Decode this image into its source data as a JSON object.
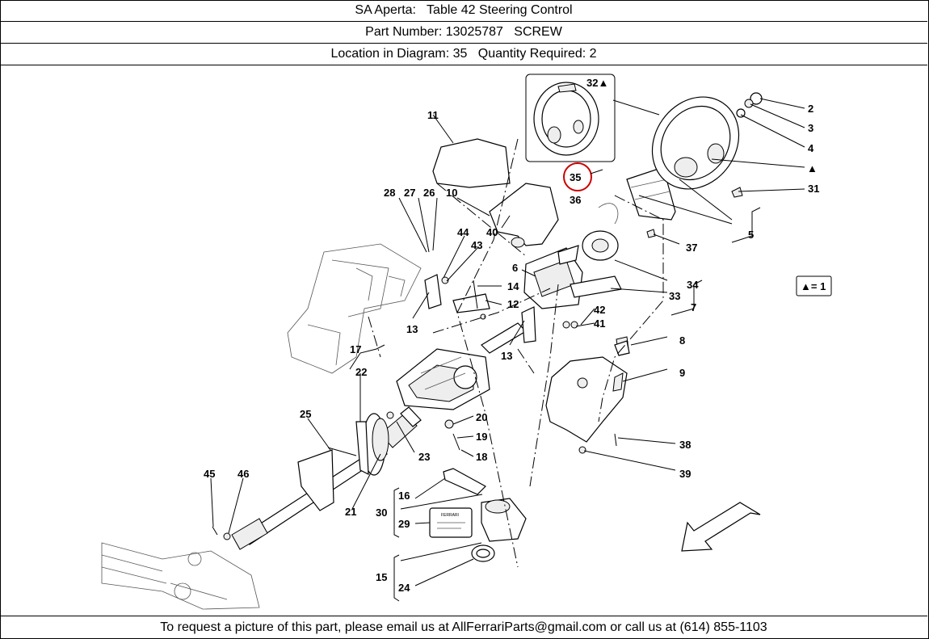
{
  "header": {
    "title_line": "SA Aperta:   Table 42 Steering Control",
    "part_line": "Part Number: 13025787   SCREW",
    "location_line": "Location in Diagram: 35   Quantity Required: 2"
  },
  "diagram": {
    "callouts": {
      "c2": "2",
      "c3": "3",
      "c4": "4",
      "c5": "5",
      "c6": "6",
      "c7": "7",
      "c8": "8",
      "c9": "9",
      "c10": "10",
      "c11": "11",
      "c12": "12",
      "c13a": "13",
      "c13b": "13",
      "c14": "14",
      "c15": "15",
      "c16": "16",
      "c17": "17",
      "c18": "18",
      "c19": "19",
      "c20": "20",
      "c21": "21",
      "c22": "22",
      "c23": "23",
      "c24": "24",
      "c25": "25",
      "c26": "26",
      "c27": "27",
      "c28": "28",
      "c29": "29",
      "c30": "30",
      "c31": "31",
      "c32": "32▲",
      "c33": "33",
      "c34": "34",
      "c35": "35",
      "c36": "36",
      "c37": "37",
      "c38": "38",
      "c39": "39",
      "c40": "40",
      "c41": "41",
      "c42": "42",
      "c43": "43",
      "c44": "44",
      "c45": "45",
      "c46": "46",
      "tri": "▲"
    },
    "legend_note": "▲= 1",
    "highlight_color": "#cc0000"
  },
  "footer": {
    "text": "To request a picture of this part, please email us at AllFerrariParts@gmail.com or call us at (614) 855-1103"
  }
}
